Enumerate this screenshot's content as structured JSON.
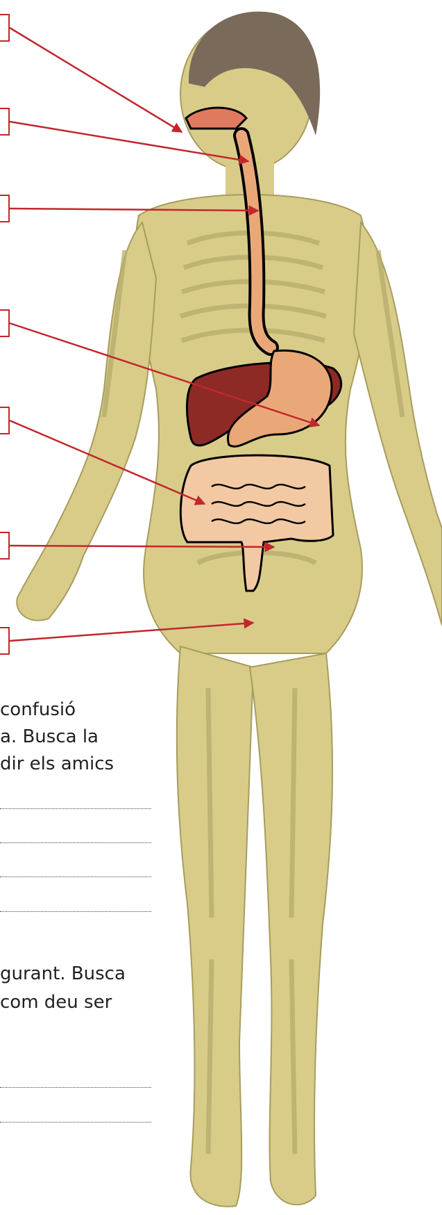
{
  "labels": [
    {
      "id": "1",
      "text": ""
    },
    {
      "id": "2",
      "text": ""
    },
    {
      "id": "3",
      "text": ""
    },
    {
      "id": "4",
      "text": ""
    },
    {
      "id": "5",
      "text": ""
    },
    {
      "id": "6",
      "text": ""
    },
    {
      "id": "7",
      "text": ""
    }
  ],
  "paragraph1": [
    "confusió",
    "a. Busca la",
    "dir els amics"
  ],
  "paragraph2": [
    "gurant. Busca",
    "com deu ser"
  ],
  "colors": {
    "leader": "#c1272d",
    "skin": "#d8cc88",
    "bone": "#b6ab6b",
    "hair": "#7a6a5a",
    "liver": "#8e2a26",
    "stomach": "#eaa878",
    "intestine": "#f2c9a3",
    "esophagus": "#eaa878"
  }
}
